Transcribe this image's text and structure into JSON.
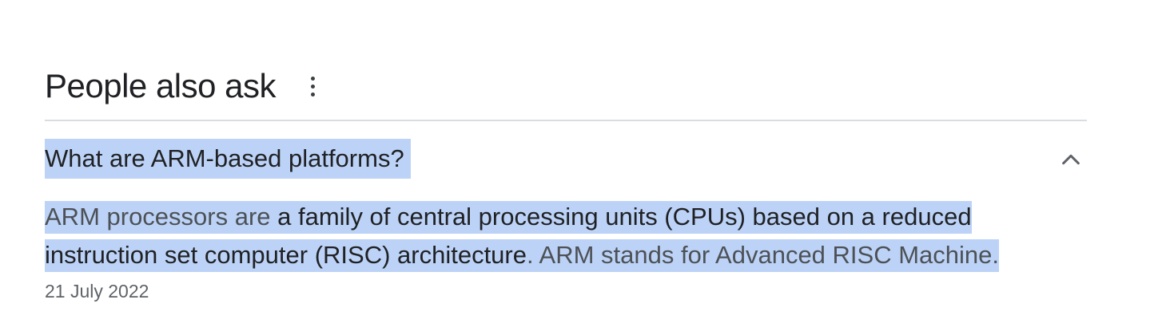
{
  "paa": {
    "title": "People also ask",
    "more_options_icon": "three-dots-vertical-icon",
    "question": "What are ARM-based platforms?",
    "expand_icon": "chevron-up-icon",
    "answer": {
      "line1_prefix": "ARM processors are ",
      "line1_highlight": "a family of central processing units (CPUs) based on a reduced",
      "line2_highlight": "instruction set computer (RISC) architecture",
      "line2_suffix": ". ARM stands for Advanced RISC Machine."
    },
    "date": "21 July 2022"
  },
  "colors": {
    "selection": "#bcd3f7",
    "text_primary": "#202124",
    "text_secondary": "#4d5156",
    "divider": "#dadce0"
  }
}
